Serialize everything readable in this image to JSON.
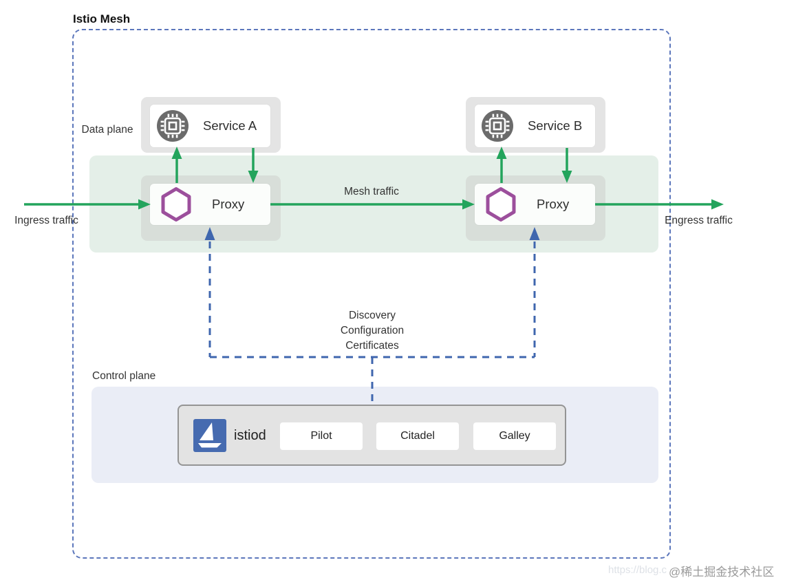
{
  "title": "Istio Mesh",
  "colors": {
    "green": "#23a45c",
    "band": "#e4efe8",
    "blue-border": "#5b76bb",
    "blue-line": "#3f66ae",
    "purple": "#9c4f9c",
    "istio-blue": "#466bb0",
    "control-bg": "#eaedf6",
    "card-back": "#e4e4e4",
    "card-back-on-band": "#d8ded9",
    "istiod-bg": "#e3e3e3",
    "ink": "#2e2e2e"
  },
  "labels": {
    "data_plane": "Data plane",
    "control_plane": "Control plane",
    "ingress": "Ingress traffic",
    "egress": "Engress traffic",
    "mesh_traffic": "Mesh traffic",
    "discovery_lines": [
      "Discovery",
      "Configuration",
      "Certificates"
    ]
  },
  "nodes": {
    "service_a": {
      "label": "Service A",
      "icon": "chip-icon"
    },
    "service_b": {
      "label": "Service B",
      "icon": "chip-icon"
    },
    "proxy_left": {
      "label": "Proxy",
      "icon": "hexagon-icon"
    },
    "proxy_right": {
      "label": "Proxy",
      "icon": "hexagon-icon"
    },
    "istiod": {
      "label": "istiod",
      "icon": "istio-sailboat-icon",
      "components": [
        "Pilot",
        "Citadel",
        "Galley"
      ]
    }
  },
  "watermark": {
    "url": "https://blog.c",
    "community": "@稀土掘金技术社区"
  }
}
